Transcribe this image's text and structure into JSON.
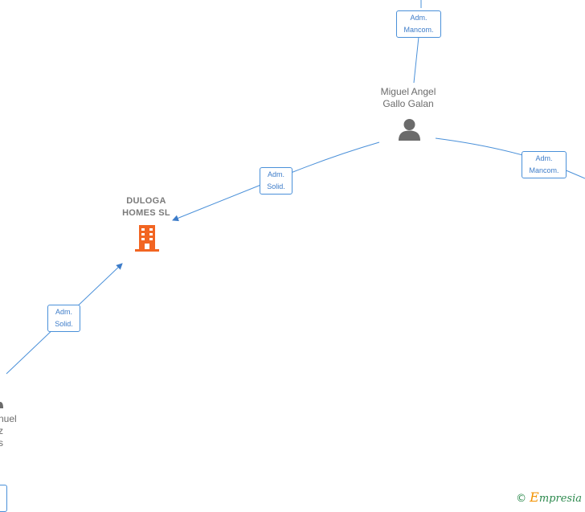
{
  "nodes": {
    "company": {
      "line1": "DULOGA",
      "line2": "HOMES SL"
    },
    "person_top": {
      "line1": "Miguel Angel",
      "line2": "Gallo Galan"
    },
    "person_bottom_left": {
      "line1": "nuel",
      "line2": "z",
      "line3": "s"
    }
  },
  "edges": [
    {
      "line1": "Adm.",
      "line2": "Mancom."
    },
    {
      "line1": "Adm.",
      "line2": "Solid."
    },
    {
      "line1": "Adm.",
      "line2": "Mancom."
    },
    {
      "line1": "Adm.",
      "line2": "Solid."
    }
  ],
  "brand": {
    "copyright": "©",
    "initial": "E",
    "rest": "mpresia"
  },
  "colors": {
    "edge": "#4a90d9",
    "company_icon": "#f26522",
    "person_icon": "#6b6b6b"
  }
}
